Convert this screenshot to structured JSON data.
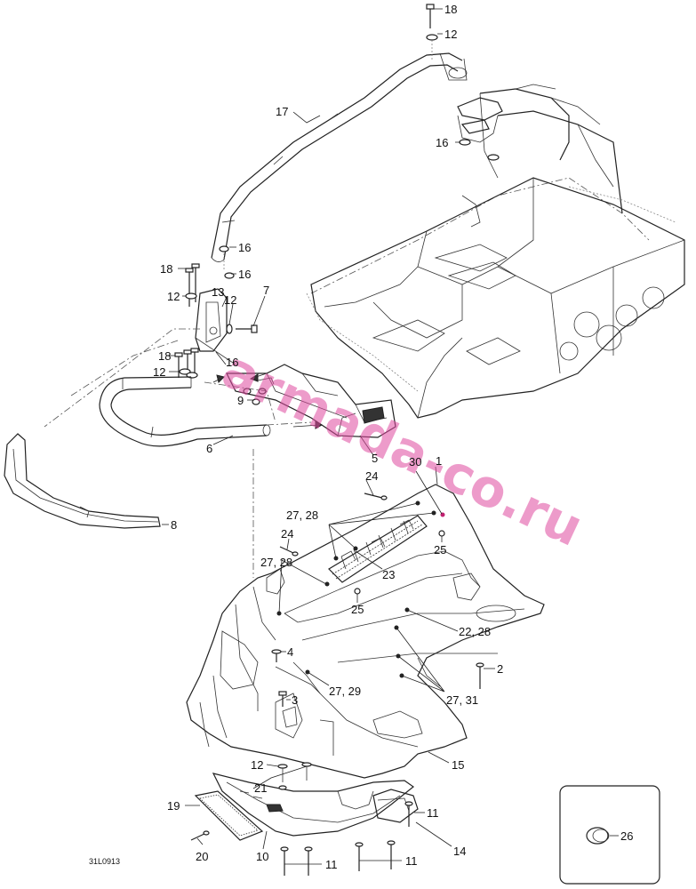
{
  "drawing_code": "31L0913",
  "watermark": "armada-co.ru",
  "callouts": [
    {
      "id": "c18a",
      "text": "18"
    },
    {
      "id": "c12a",
      "text": "12"
    },
    {
      "id": "c17",
      "text": "17"
    },
    {
      "id": "c16a",
      "text": "16"
    },
    {
      "id": "c16b",
      "text": "16"
    },
    {
      "id": "c18b",
      "text": "18"
    },
    {
      "id": "c16c",
      "text": "16"
    },
    {
      "id": "c12b",
      "text": "12"
    },
    {
      "id": "c13",
      "text": "13"
    },
    {
      "id": "c12c",
      "text": "12"
    },
    {
      "id": "c7",
      "text": "7"
    },
    {
      "id": "c18c",
      "text": "18"
    },
    {
      "id": "c12d",
      "text": "12"
    },
    {
      "id": "c16d",
      "text": "16"
    },
    {
      "id": "c9",
      "text": "9"
    },
    {
      "id": "c6",
      "text": "6"
    },
    {
      "id": "c5",
      "text": "5"
    },
    {
      "id": "c30",
      "text": "30"
    },
    {
      "id": "c1",
      "text": "1"
    },
    {
      "id": "c24a",
      "text": "24"
    },
    {
      "id": "c2728a",
      "text": "27, 28"
    },
    {
      "id": "c24b",
      "text": "24"
    },
    {
      "id": "c25a",
      "text": "25"
    },
    {
      "id": "c2728b",
      "text": "27, 28"
    },
    {
      "id": "c23",
      "text": "23"
    },
    {
      "id": "c8",
      "text": "8"
    },
    {
      "id": "c25b",
      "text": "25"
    },
    {
      "id": "c2228",
      "text": "22, 28"
    },
    {
      "id": "c4",
      "text": "4"
    },
    {
      "id": "c2",
      "text": "2"
    },
    {
      "id": "c3",
      "text": "3"
    },
    {
      "id": "c2729",
      "text": "27, 29"
    },
    {
      "id": "c2731",
      "text": "27, 31"
    },
    {
      "id": "c15",
      "text": "15"
    },
    {
      "id": "c12e",
      "text": "12"
    },
    {
      "id": "c21",
      "text": "21"
    },
    {
      "id": "c19",
      "text": "19"
    },
    {
      "id": "c11a",
      "text": "11"
    },
    {
      "id": "c26",
      "text": "26"
    },
    {
      "id": "c14",
      "text": "14"
    },
    {
      "id": "c20",
      "text": "20"
    },
    {
      "id": "c10",
      "text": "10"
    },
    {
      "id": "c11b",
      "text": "11"
    },
    {
      "id": "c11c",
      "text": "11"
    }
  ]
}
